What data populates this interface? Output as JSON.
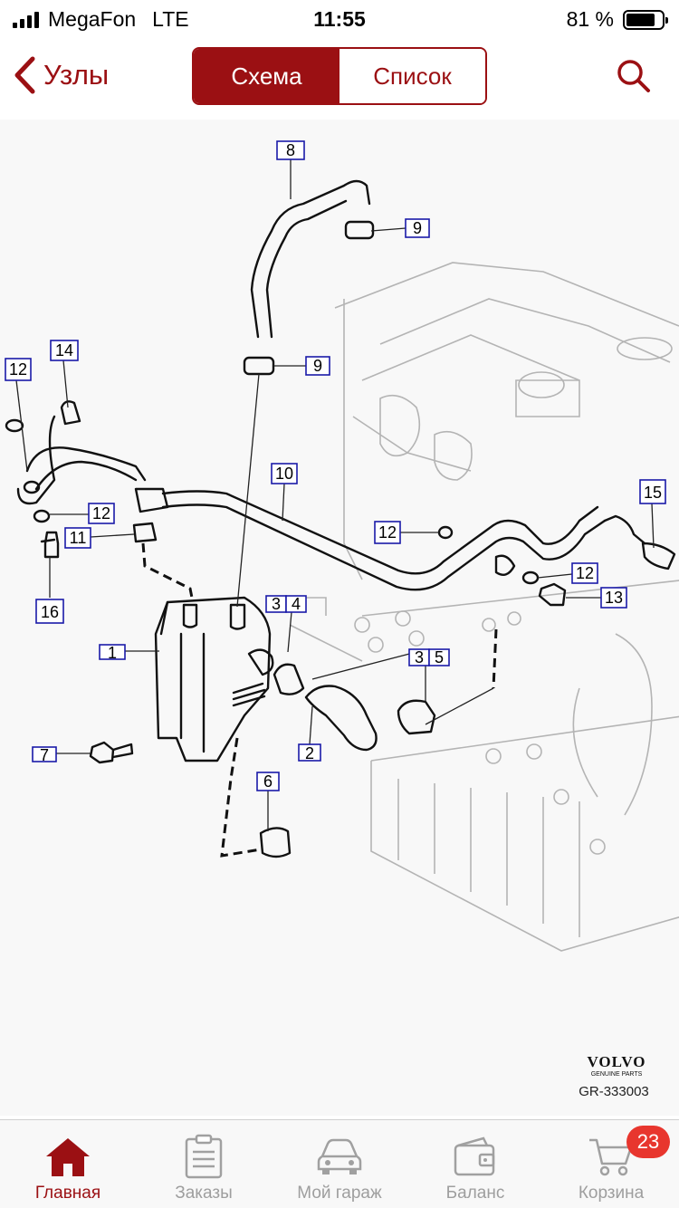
{
  "status_bar": {
    "carrier": "MegaFon",
    "network": "LTE",
    "time": "11:55",
    "battery_percent": "81 %",
    "battery_level": 0.81
  },
  "nav": {
    "back_label": "Узлы",
    "segments": [
      {
        "label": "Схема",
        "active": true
      },
      {
        "label": "Список",
        "active": false
      }
    ],
    "search_icon": "search-icon",
    "accent_color": "#9b1013"
  },
  "diagram": {
    "callouts": [
      "8",
      "9",
      "9",
      "14",
      "12",
      "12",
      "11",
      "16",
      "10",
      "12",
      "15",
      "12",
      "13",
      "3",
      "4",
      "1",
      "3",
      "5",
      "7",
      "2",
      "6"
    ],
    "brand": "VOLVO",
    "brand_subtitle": "GENUINE PARTS",
    "code": "GR-333003"
  },
  "tab_bar": {
    "tabs": [
      {
        "label": "Главная",
        "icon": "home-icon",
        "active": true
      },
      {
        "label": "Заказы",
        "icon": "clipboard-icon",
        "active": false
      },
      {
        "label": "Мой гараж",
        "icon": "car-icon",
        "active": false
      },
      {
        "label": "Баланс",
        "icon": "wallet-icon",
        "active": false
      },
      {
        "label": "Корзина",
        "icon": "cart-icon",
        "active": false,
        "badge": "23"
      }
    ]
  }
}
